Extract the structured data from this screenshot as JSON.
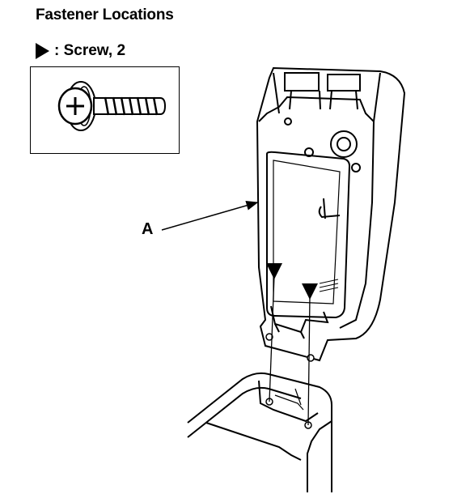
{
  "header": {
    "title": "Fastener Locations"
  },
  "legend": {
    "marker_icon": "filled-triangle-pointer",
    "label": ": Screw, 2"
  },
  "callouts": {
    "a_label": "A"
  }
}
